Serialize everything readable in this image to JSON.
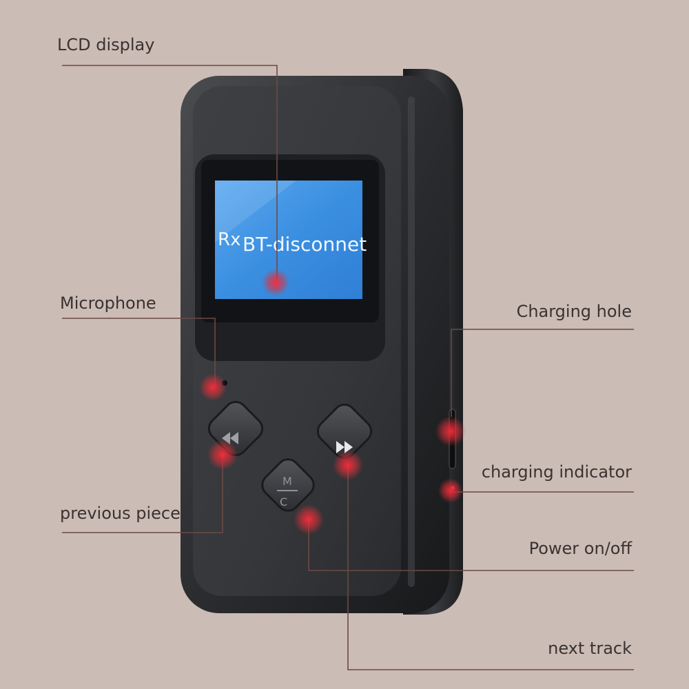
{
  "labels": {
    "lcd_display": "LCD display",
    "microphone": "Microphone",
    "previous_piece": "previous piece",
    "charging_hole": "Charging hole",
    "charging_indicator": "charging indicator",
    "power_on_off": "Power on/off",
    "next_track": "next track"
  },
  "screen": {
    "mode": "Rx",
    "status": "BT-disconnet"
  },
  "buttons": {
    "mode_top": "M",
    "mode_bottom": "C"
  },
  "colors": {
    "background": "#cbbcb5",
    "device_body": "#2a2b2e",
    "screen_blue": "#3b8fe0",
    "leader_line": "#6b4a45",
    "marker_red": "#e0303a"
  }
}
